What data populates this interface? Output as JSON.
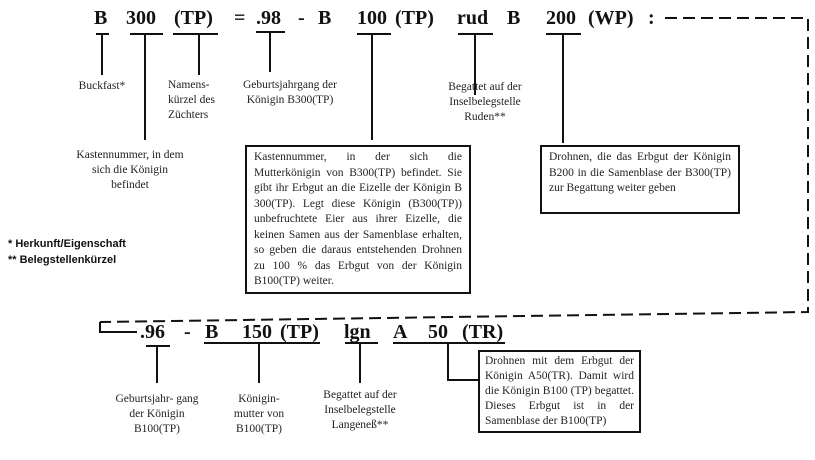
{
  "top_row": [
    "B",
    "300",
    "(TP)",
    "=",
    ".98",
    "-",
    "B",
    "100",
    "(TP)",
    "rud",
    "B",
    "200",
    "(WP)",
    ":"
  ],
  "bottom_row": [
    ".96",
    "-",
    "B",
    "150",
    "(TP)",
    "lgn",
    "A",
    "50",
    "(TR)"
  ],
  "labels": {
    "buckfast": "Buckfast*",
    "namenskuerzel": "Namens- kürzel des Züchters",
    "geburtsjahrgang_b300": "Geburtsjahrgang der Königin B300(TP)",
    "begattet_ruden": "Begattet auf der Inselbelegstelle Ruden**",
    "kastennummer": "Kastennummer, in dem sich die Königin befindet",
    "geburtsjahrgang_b100": "Geburtsjahr- gang der Königin B100(TP)",
    "koeniginmutter": "Königin- mutter von B100(TP)",
    "begattet_langeness": "Begattet auf der Inselbelegstelle Langeneß**"
  },
  "boxes": {
    "mutter": "Kastennummer, in der sich die Mutterkönigin von B300(TP) befindet. Sie gibt ihr Erbgut an die Eizelle der Königin B 300(TP). Legt diese Königin (B300(TP)) unbefruchtete Eier aus ihrer Eizelle, die keinen Samen aus der Samenblase erhalten, so geben die daraus entstehenden Drohnen zu 100 % das Erbgut von der Königin B100(TP) weiter.",
    "drohnen_b200": "Drohnen, die das Erbgut der Königin B200 in die Samenblase der B300(TP) zur Begattung weiter geben",
    "drohnen_a50": "Drohnen mit dem Erbgut der Königin A50(TR). Damit wird die Königin B100 (TP) begattet. Dieses Erbgut ist in der Samenblase der B100(TP)"
  },
  "footnotes": [
    "* Herkunft/Eigenschaft",
    "** Belegstellenkürzel"
  ]
}
